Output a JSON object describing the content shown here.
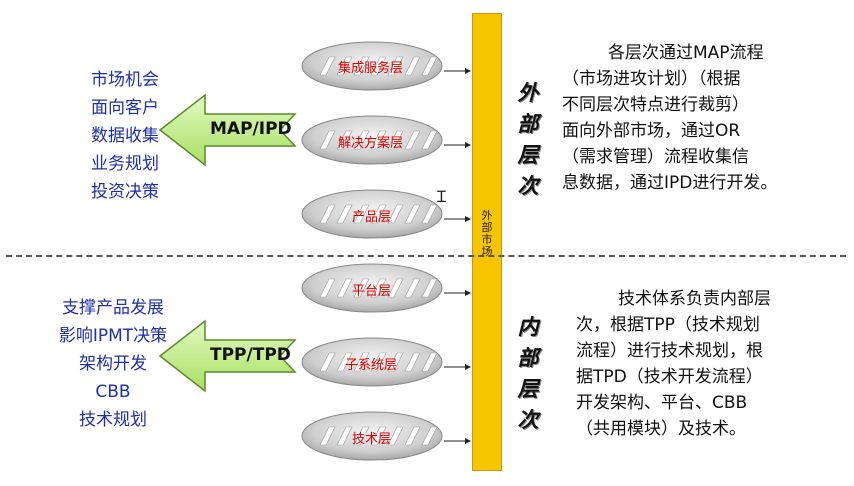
{
  "left_top": {
    "items": [
      "市场机会",
      "面向客户",
      "数据收集",
      "业务规划",
      "投资决策"
    ],
    "arrow_label": "MAP/IPD"
  },
  "left_bottom": {
    "items": [
      "支撑产品发展",
      "影响IPMT决策",
      "架构开发",
      "CBB",
      "技术规划"
    ],
    "arrow_label": "TPP/TPD"
  },
  "layers": [
    {
      "label": "集成服务层"
    },
    {
      "label": "解决方案层"
    },
    {
      "label": "产品层"
    },
    {
      "label": "平台层"
    },
    {
      "label": "子系统层"
    },
    {
      "label": "技术层"
    }
  ],
  "bar_label": "外部市场",
  "vertical_top": [
    "外",
    "部",
    "层",
    "次"
  ],
  "vertical_bottom": [
    "内",
    "部",
    "层",
    "次"
  ],
  "desc_top": [
    "各层次通过MAP流程",
    "（市场进攻计划）（根据",
    "不同层次特点进行裁剪）",
    "面向外部市场，通过OR",
    "（需求管理）流程收集信",
    "息数据，通过IPD进行开发。"
  ],
  "desc_bottom": [
    "技术体系负责内部层",
    "次，根据TPP（技术规划",
    "流程）进行技术规划，根",
    "据TPD（技术开发流程）",
    "开发架构、平台、CBB",
    "（共用模块）及技术。"
  ],
  "colors": {
    "bar": "#f7c400",
    "arrow_fill": "#c4f08a",
    "layer_label": "#e00000",
    "left_text": "#1f2fa8"
  }
}
